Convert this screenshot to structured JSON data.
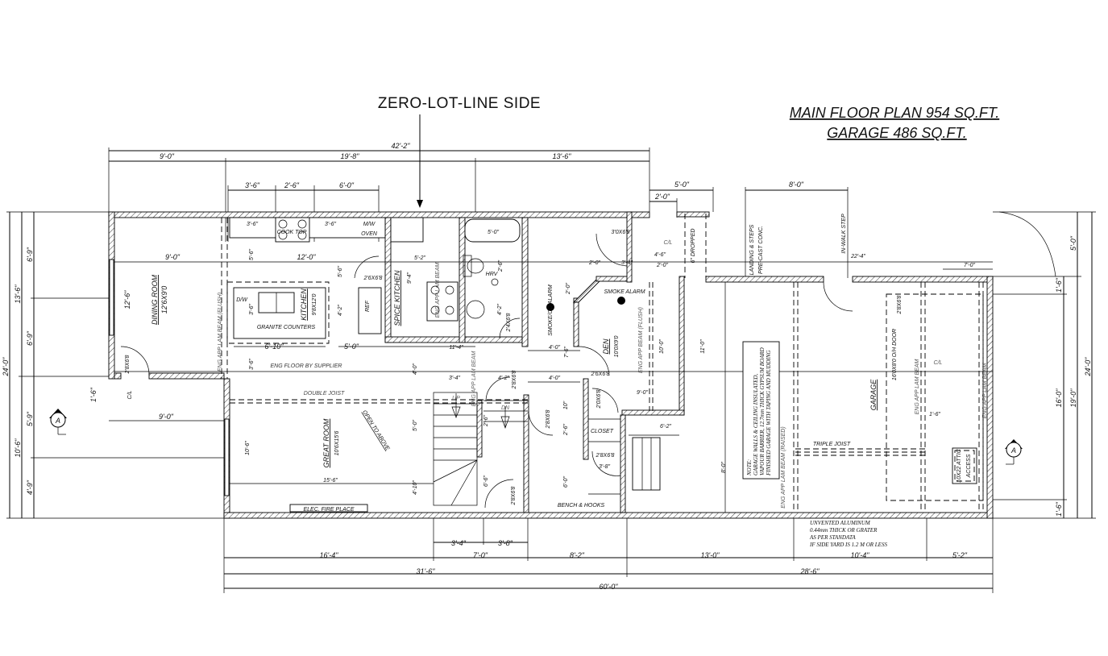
{
  "header": {
    "zero_lot_line": "ZERO-LOT-LINE SIDE",
    "main_floor": "MAIN FLOOR PLAN 954 SQ.FT.",
    "garage_area": "GARAGE 486 SQ.FT."
  },
  "dims_top": {
    "overall": "42'-2\"",
    "d1": "9'-0\"",
    "d2": "19'-8\"",
    "d3": "13'-6\"",
    "k1": "3'-6\"",
    "k2": "2'-6\"",
    "k3": "6'-0\"",
    "entry_5": "5'-0\"",
    "entry_2": "2'-0\"",
    "step_8": "8'-0\""
  },
  "dims_left": {
    "overall": "24'-0\"",
    "upper": "13'-6\"",
    "lower": "10'-6\"",
    "a": "6'-9\"",
    "b": "6'-9\"",
    "c": "5'-9\"",
    "d": "4'-9\""
  },
  "dims_right": {
    "overall": "24'-0\"",
    "top": "5'-0\"",
    "garage": "19'-0\"",
    "a": "1'-6\"",
    "b": "16'-0\"",
    "c": "1'-6\""
  },
  "dims_bottom": {
    "a": "16'-4\"",
    "b": "7'-0\"",
    "c": "8'-2\"",
    "d": "13'-0\"",
    "e": "10'-4\"",
    "f": "5'-2\"",
    "stair1": "3'-4\"",
    "stair2": "3'-8\"",
    "house": "31'-6\"",
    "garage": "28'-6\"",
    "overall": "60'-0\""
  },
  "dining": {
    "name": "DINING ROOM",
    "size": "12'6X9'0",
    "width": "9'-0\"",
    "depth": "12'-6\"",
    "door": "2'8X6'8",
    "cl": "C/L",
    "offset": "1'-6\"",
    "below": "9'-0\""
  },
  "kitchen": {
    "name": "KITCHEN",
    "size": "9'8X12'0",
    "cooktop": "COOK TOP",
    "mw": "M/W",
    "oven": "OVEN",
    "c1": "3'-6\"",
    "c2": "3'-6\"",
    "len": "12'-0\"",
    "v1": "5'-6\"",
    "v2": "5'-6\"",
    "v3": "4'-2\"",
    "dw": "D/W",
    "island_v": "3'-6\"",
    "granite": "GRANITE COUNTERS",
    "island_w": "6'-10\"",
    "gap": "3'-6\"",
    "ref": "REF",
    "door": "2'6X6'8",
    "pantry_w": "5'-0\"",
    "beam_flush": "ENG APP LAM BEAM (FLUSH)",
    "floor": "ENG FLOOR BY SUPPLIER"
  },
  "spice_kitchen": {
    "name": "SPICE KITCHEN",
    "depth": "9'-4\"",
    "width": "5'-2\"",
    "beam": "ENG APP LAM BEAM",
    "run": "11'-4\""
  },
  "bath": {
    "tub": "5'-0\"",
    "hrv": "HRV",
    "v1": "2'-6\"",
    "v2": "4'-2\"",
    "door": "2'4X6'8"
  },
  "den": {
    "name": "DEN",
    "size": "10'0X9'0",
    "smoke_co": "SMOKE/CO ALARM",
    "smoke": "SMOKE ALARM",
    "d1": "2'-0\"",
    "d2": "3'-4\"",
    "d3": "2'-0\"",
    "d4": "4'-6\"",
    "dropped": "6\" DROPPED",
    "door_front": "3'0X6'8",
    "cl": "C/L",
    "v1": "2'-0\"",
    "h1": "4'-0\"",
    "v2": "7'-6\"",
    "beam": "ENG APP BEAM (FLUSH)",
    "v3": "10'-0\"",
    "v4": "11'-0\"",
    "door": "2'6X6'8",
    "h2": "4'-0\"",
    "h3": "9'-0\""
  },
  "stair": {
    "v1": "4'-0\"",
    "h1": "3'-4\"",
    "h2": "4'-2\"",
    "door": "2'8X6'8",
    "up": "UP",
    "dn": "DN",
    "v2": "5'-0\"",
    "v3": "4'-10\"",
    "v4": "2'-6\"",
    "v5": "6'-6\"",
    "door2": "2'8X6'8",
    "beam": "ENG APP LAM BEAM"
  },
  "great_room": {
    "name": "GREAT ROOM",
    "size": "10'6X15'6",
    "open": "OPEN TO ABOVE",
    "depth": "10'-6\"",
    "width": "15'-6\"",
    "fireplace": "ELEC. FIRE PLACE",
    "joist": "DOUBLE JOIST"
  },
  "mudroom": {
    "door1": "2'8X6'8",
    "v1": "10\"",
    "v2": "2'-6\"",
    "closet_door": "2'0X6'8",
    "closet": "CLOSET",
    "h1": "6'-2\"",
    "door2": "2'8X6'8",
    "h2": "3'-8\"",
    "v3": "6'-0\"",
    "bench": "BENCH & HOOKS"
  },
  "garage": {
    "name": "GARAGE",
    "landing": "LANDING & STEPS",
    "precast": "PRE-CAST CONC.",
    "walk_step": "IN-WALK STEP",
    "w1": "22'-4\"",
    "w2": "7'-0\"",
    "door": "2'8X6'8",
    "oh_door": "16'0X8'0 O/H DOOR",
    "beam1": "ENG APP LAM BEAM",
    "beam2": "ENG APP LAM BEAM",
    "beam_raised": "ENG APP LAM BEAM (RAISED)",
    "cl": "C/L",
    "h1": "1'-6\"",
    "triple": "TRIPLE JOIST",
    "attic1": "10X22 ATTIC",
    "attic2": "ACCESS",
    "v1": "8'-0\"",
    "note": [
      "NOTE:",
      "GARAGE WALLS & CEILING INSULATED,",
      "VAPOUR BARRIER, 12.7mm THICK GYPSUM BOARD",
      "FINISHED GARAGE WITH TAPING AND MUDDING"
    ],
    "soffit": [
      "UNVENTED ALUMINUM",
      "0.44mm THICK OR GRATER",
      "AS PER STANDATA",
      "IF SIDE YARD IS 1.2 M OR LESS"
    ]
  },
  "section_marker": "A"
}
